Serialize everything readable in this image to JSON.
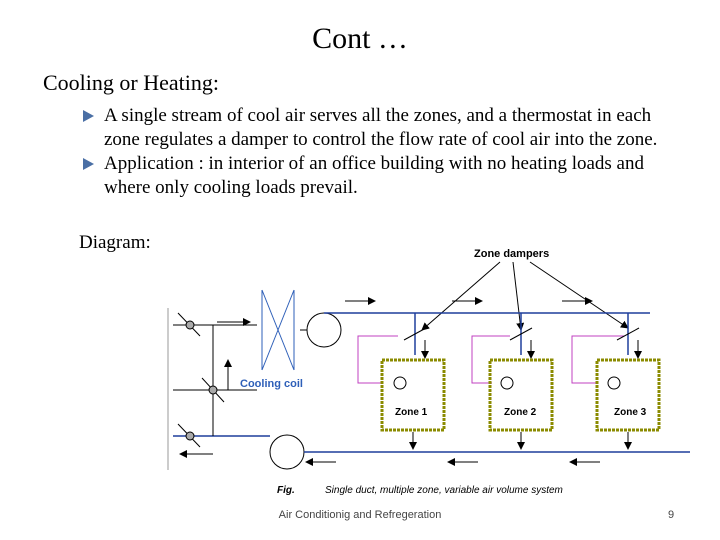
{
  "slide": {
    "title": "Cont …",
    "heading": "Cooling or Heating:",
    "bullets": [
      "A  single stream of cool air serves all the zones, and a thermostat in each zone regulates a damper to control the flow rate of cool air into the zone.",
      "Application : in interior of an office building with no heating loads and where only cooling loads prevail."
    ],
    "diagram_label": "Diagram:",
    "footer": "Air Conditionig and Refregeration",
    "page_number": "9"
  },
  "figure": {
    "zone_dampers_label": "Zone dampers",
    "cooling_coil_label": "Cooling coil",
    "zones": [
      "Zone 1",
      "Zone 2",
      "Zone 3"
    ],
    "caption_prefix": "Fig.",
    "caption": "Single duct, multiple zone, variable air volume system"
  },
  "colors": {
    "supply_duct": "#1f3f9c",
    "control_line": "#c040c0",
    "zone_box": "#8b8b00",
    "cooling_coil_text": "#2e5fb8",
    "bullet_marker": "#4a6fa5"
  }
}
